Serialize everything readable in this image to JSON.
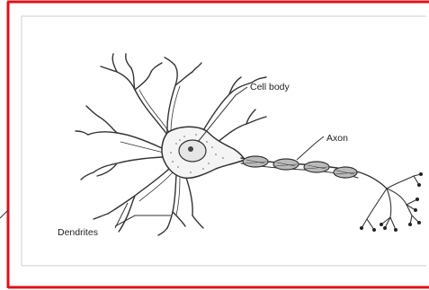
{
  "labels": {
    "cell_body": "Cell body",
    "axon": "Axon",
    "dendrites": "Dendrites"
  },
  "colors": {
    "frame": "#e0101a",
    "ink": "#333333",
    "shading": "#bbbbbb"
  }
}
